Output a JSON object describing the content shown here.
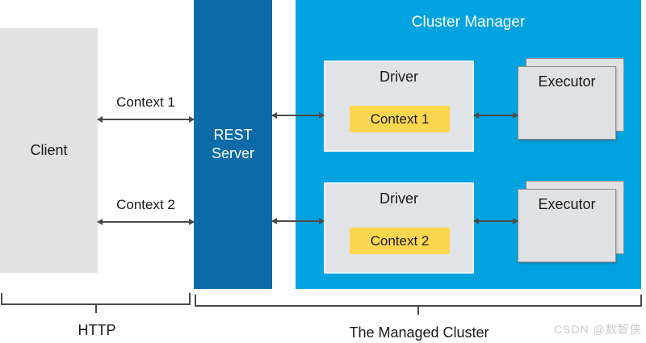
{
  "colors": {
    "client_fill": "#e2e2e2",
    "rest_fill": "#0b6ba8",
    "cluster_fill": "#00a3df",
    "driver_fill": "#e2e3e6",
    "executor_fill": "#e0e1e3",
    "context_fill": "#fcd64f",
    "line": "#4a4a4a",
    "text_dark": "#191919",
    "text_light": "#ffffff",
    "watermark": "#c9c9c9"
  },
  "client": {
    "label": "Client"
  },
  "rest_server": {
    "label": "REST Server"
  },
  "cluster_manager": {
    "title": "Cluster Manager"
  },
  "rows": [
    {
      "link_label": "Context 1",
      "driver_label": "Driver",
      "context_label": "Context 1",
      "executor_label": "Executor"
    },
    {
      "link_label": "Context 2",
      "driver_label": "Driver",
      "context_label": "Context 2",
      "executor_label": "Executor"
    }
  ],
  "sections": {
    "http_label": "HTTP",
    "managed_label": "The Managed Cluster"
  },
  "watermark": {
    "text": "CSDN @数智侠"
  }
}
